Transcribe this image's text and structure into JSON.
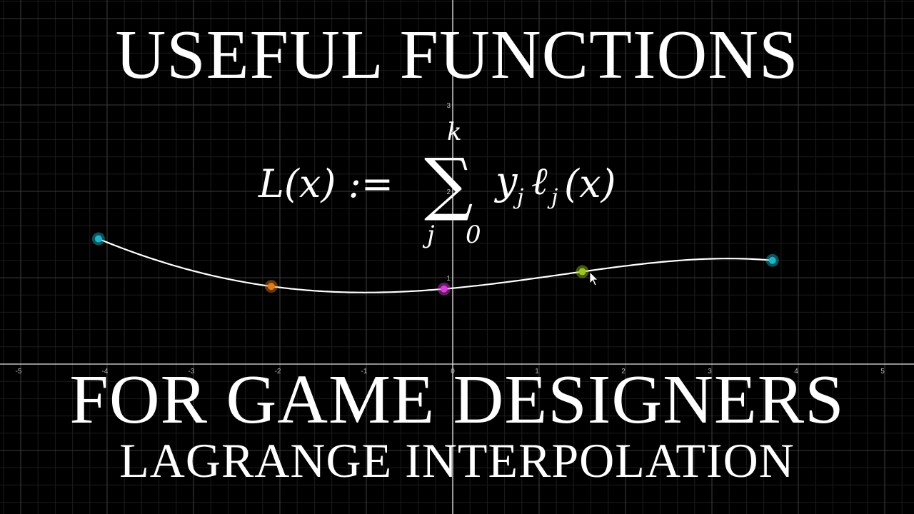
{
  "header": {
    "title": "USEFUL FUNCTIONS"
  },
  "footer": {
    "title": "FOR GAME DESIGNERS",
    "subtitle": "LAGRANGE INTERPOLATION"
  },
  "formula": {
    "lhs": "L(x) :=",
    "sum_symbol": "∑",
    "upper_limit": "k",
    "lower_index": "j",
    "lower_limit": "0",
    "term": "y",
    "term_sub": "j",
    "basis": "ℓ",
    "basis_sub": "j",
    "basis_arg": "(x)"
  },
  "graph": {
    "x_tick_labels": [
      "-5",
      "-4",
      "-3",
      "-2",
      "-1",
      "0",
      "1",
      "2",
      "3",
      "4",
      "5"
    ],
    "y_tick_labels": [
      "1",
      "2",
      "3"
    ],
    "curve_color": "#ffffff",
    "point_colors": [
      "#1fb5c9",
      "#e07b1a",
      "#d63fd6",
      "#9bc21f",
      "#1fb5c9"
    ],
    "points": [
      {
        "x": -4.1,
        "y": 1.45
      },
      {
        "x": -2.1,
        "y": 0.9
      },
      {
        "x": -0.1,
        "y": 0.87
      },
      {
        "x": 1.5,
        "y": 1.07
      },
      {
        "x": 3.7,
        "y": 1.2
      }
    ]
  }
}
